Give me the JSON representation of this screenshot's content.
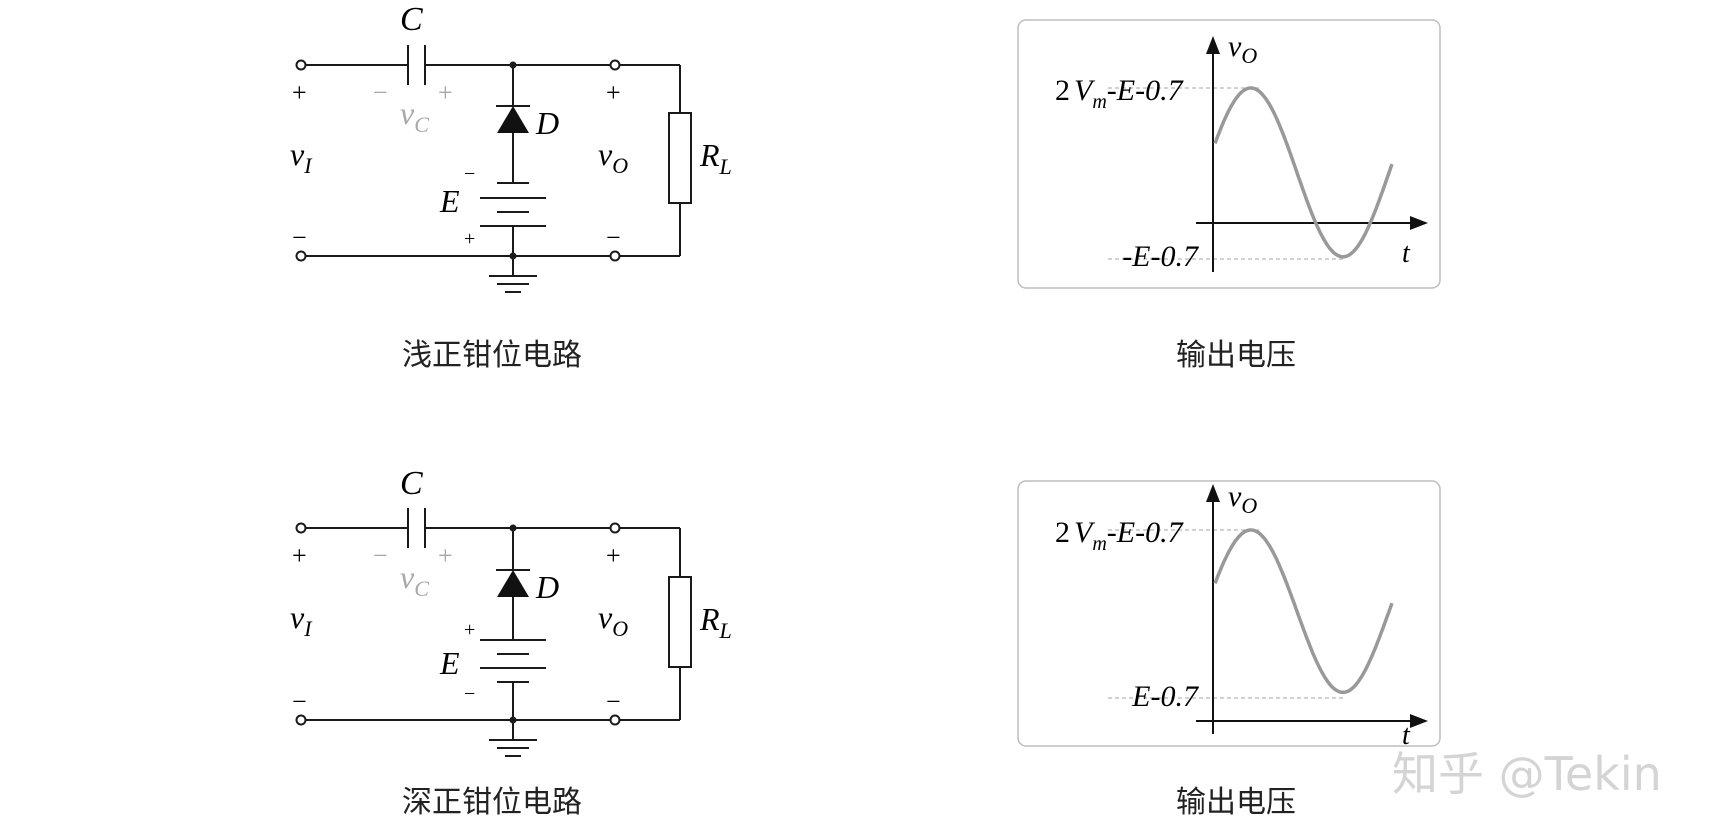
{
  "colors": {
    "wire": "#1a1a1a",
    "waveform": "#999999",
    "dashed_guides": "#b8b8b8",
    "panel_border": "#bdbdbd",
    "muted_label": "#a8a8a8",
    "watermark": "#d4d4d4"
  },
  "circuits": [
    {
      "caption": "浅正钳位电路",
      "battery_top_sign": "−",
      "battery_bottom_sign": "+"
    },
    {
      "caption": "深正钳位电路",
      "battery_top_sign": "+",
      "battery_bottom_sign": "−"
    }
  ],
  "labels": {
    "capacitor": "C",
    "diode": "D",
    "battery": "E",
    "resistor": "R",
    "resistor_sub": "L",
    "v": "v",
    "sub_I": "I",
    "sub_C": "C",
    "sub_O": "O",
    "plus": "+",
    "minus": "−"
  },
  "graphs": [
    {
      "caption": "输出电压",
      "y_label": "v",
      "y_label_sub": "O",
      "x_label": "t",
      "max_pre": "2",
      "max_V": "V",
      "max_sub": "m",
      "max_post": "-E-0.7",
      "min_label": "-E-0.7",
      "max_value": 1.0,
      "min_value": -0.25
    },
    {
      "caption": "输出电压",
      "y_label": "v",
      "y_label_sub": "O",
      "x_label": "t",
      "max_pre": "2",
      "max_V": "V",
      "max_sub": "m",
      "max_post": "-E-0.7",
      "min_label": "E-0.7",
      "max_value": 1.0,
      "min_value": 0.15
    }
  ],
  "watermark": "知乎 @Tekin"
}
